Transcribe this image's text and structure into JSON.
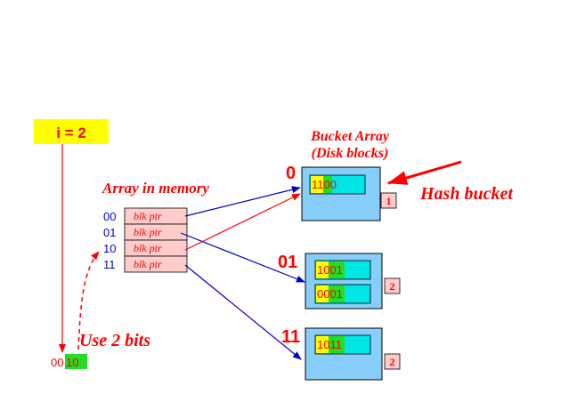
{
  "global_depth": {
    "label": "i = 2"
  },
  "memory_array": {
    "title": "Array in memory",
    "entries": [
      {
        "index": "00",
        "pointer": "blk ptr"
      },
      {
        "index": "01",
        "pointer": "blk ptr"
      },
      {
        "index": "10",
        "pointer": "blk ptr"
      },
      {
        "index": "11",
        "pointer": "blk ptr"
      }
    ]
  },
  "bucket_array": {
    "title_line1": "Bucket Array",
    "title_line2": "(Disk blocks)"
  },
  "hash_bucket_label": "Hash bucket",
  "use_bits_label": "Use 2 bits",
  "key_example": {
    "prefix": "00",
    "used_bits": "10"
  },
  "buckets": [
    {
      "label": "0",
      "local_depth": "1",
      "records": [
        {
          "prefix": "11",
          "used": "0",
          "suffix": "0"
        }
      ]
    },
    {
      "label": "01",
      "local_depth": "2",
      "records": [
        {
          "prefix": "10",
          "used": "01",
          "suffix": ""
        },
        {
          "prefix": "00",
          "used": "01",
          "suffix": ""
        }
      ]
    },
    {
      "label": "11",
      "local_depth": "2",
      "records": [
        {
          "prefix": "10",
          "used": "11",
          "suffix": ""
        }
      ]
    }
  ],
  "colors": {
    "red": "#ff0000",
    "blue": "#0000cc",
    "bucket_fill": "#87cefa",
    "record_fill": "#00e5e5",
    "yellow": "#ffff00",
    "green": "#22dd22",
    "pink": "#ffcccc"
  }
}
